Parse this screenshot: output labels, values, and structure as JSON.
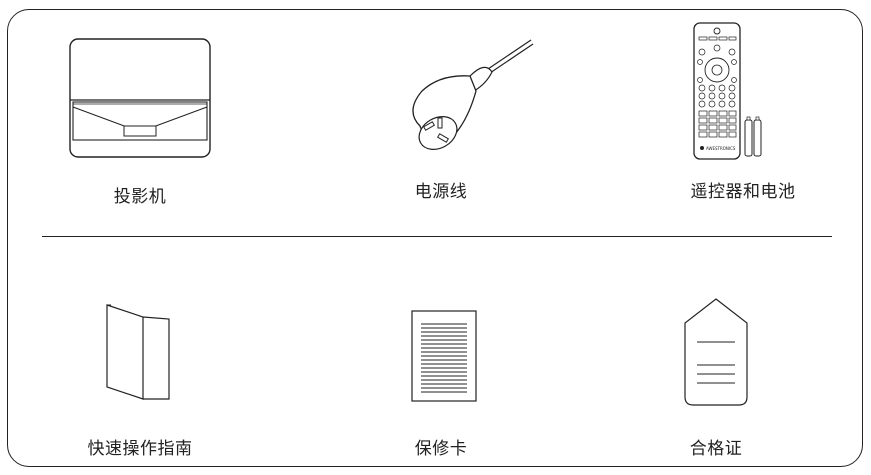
{
  "top_row": [
    {
      "key": "projector",
      "icon": "projector-icon",
      "label": "投影机"
    },
    {
      "key": "power_cord",
      "icon": "power-cord-icon",
      "label": "电源线"
    },
    {
      "key": "remote",
      "icon": "remote-control-icon",
      "label": "遥控器和电池",
      "brand_text": "AWESTRONICS"
    }
  ],
  "bottom_row": [
    {
      "key": "quick_guide",
      "icon": "quick-guide-booklet-icon",
      "label": "快速操作指南"
    },
    {
      "key": "warranty",
      "icon": "warranty-card-icon",
      "label": "保修卡"
    },
    {
      "key": "certificate",
      "icon": "certificate-tag-icon",
      "label": "合格证"
    }
  ]
}
